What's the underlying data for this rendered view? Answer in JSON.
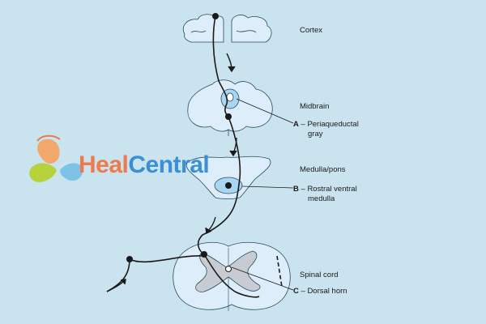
{
  "labels": {
    "cortex": "Cortex",
    "midbrain": "Midbrain",
    "a_letter": "A",
    "a_text_1": "– Periaqueductal",
    "a_text_2": "gray",
    "medulla": "Medulla/pons",
    "b_letter": "B",
    "b_text_1": "– Rostral ventral",
    "b_text_2": "medulla",
    "spinal": "Spinal cord",
    "c_letter": "C",
    "c_text": "– Dorsal horn"
  },
  "watermark": {
    "part1": "Heal",
    "part2": "Central",
    "logo_icon": "heal-central-logo-icon"
  },
  "colors": {
    "background": "#c9e3ef",
    "structure_fill": "#ddeefa",
    "highlight_fill": "#a9d6f0",
    "gray_matter": "#c8ccd2",
    "line": "#1a1a1a",
    "watermark_orange": "#f07a4f",
    "watermark_blue": "#3a8fd8"
  }
}
